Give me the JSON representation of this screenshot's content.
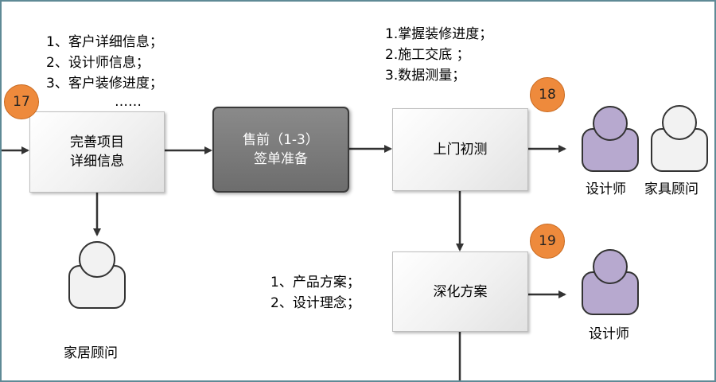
{
  "notes": {
    "customer_info": [
      "1、客户详细信息；",
      "2、设计师信息；",
      "3、客户装修进度；",
      "……"
    ],
    "measure_info": [
      "1.掌握装修进度；",
      "2.施工交底 ；",
      "3.数据测量；"
    ],
    "plan_info": [
      "1、产品方案；",
      "2、设计理念；"
    ]
  },
  "boxes": {
    "complete_project": [
      "完善项目",
      "详细信息"
    ],
    "presale": [
      "售前（1-3）",
      "签单准备"
    ],
    "onsite_measure": "上门初测",
    "deepen_plan": "深化方案"
  },
  "badges": {
    "step17": "17",
    "step18": "18",
    "step19": "19"
  },
  "people": {
    "home_consultant": "家居顾问",
    "designer_top": "设计师",
    "furniture_consultant": "家具顾问",
    "designer_bottom": "设计师"
  },
  "colors": {
    "badge": "#ee8a3c",
    "person_purple": "#b7a9cf",
    "person_white": "#f2f2f2",
    "dark_box": "#6d6d6d",
    "frame": "#5f8a96"
  },
  "icons": {
    "person": "person-icon",
    "arrow": "arrow-icon"
  }
}
